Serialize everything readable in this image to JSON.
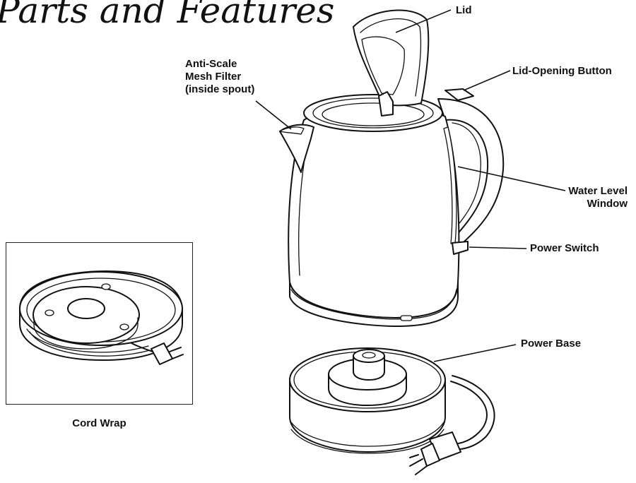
{
  "title": "Parts and Features",
  "callouts": {
    "lid": "Lid",
    "lid_opening_button": "Lid-Opening Button",
    "anti_scale_line1": "Anti-Scale",
    "anti_scale_line2": "Mesh Filter",
    "anti_scale_line3": "(inside spout)",
    "water_level_line1": "Water Level",
    "water_level_line2": "Window",
    "power_switch": "Power Switch",
    "power_base": "Power Base",
    "cord_wrap": "Cord Wrap"
  },
  "icons": [
    "kettle-drawing",
    "power-base-drawing",
    "cord-wrap-drawing",
    "plug-icon"
  ]
}
